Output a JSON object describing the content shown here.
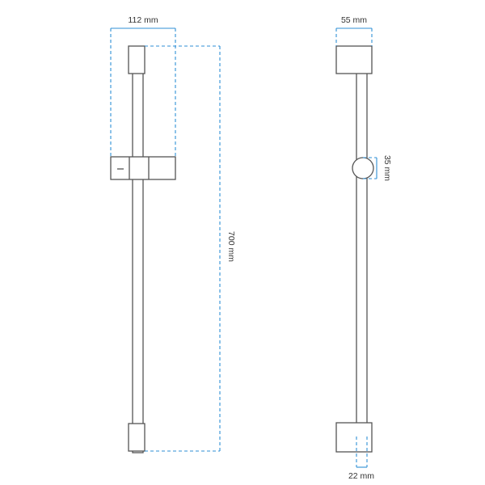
{
  "colors": {
    "outline": "#555555",
    "dimension_line": "#2f8fd6",
    "label_text": "#333333",
    "background": "#ffffff"
  },
  "front_view": {
    "width_label": "112 mm",
    "height_label": "700 mm"
  },
  "side_view": {
    "depth_label": "55 mm",
    "holder_label": "35 mm",
    "rail_label": "22 mm"
  }
}
